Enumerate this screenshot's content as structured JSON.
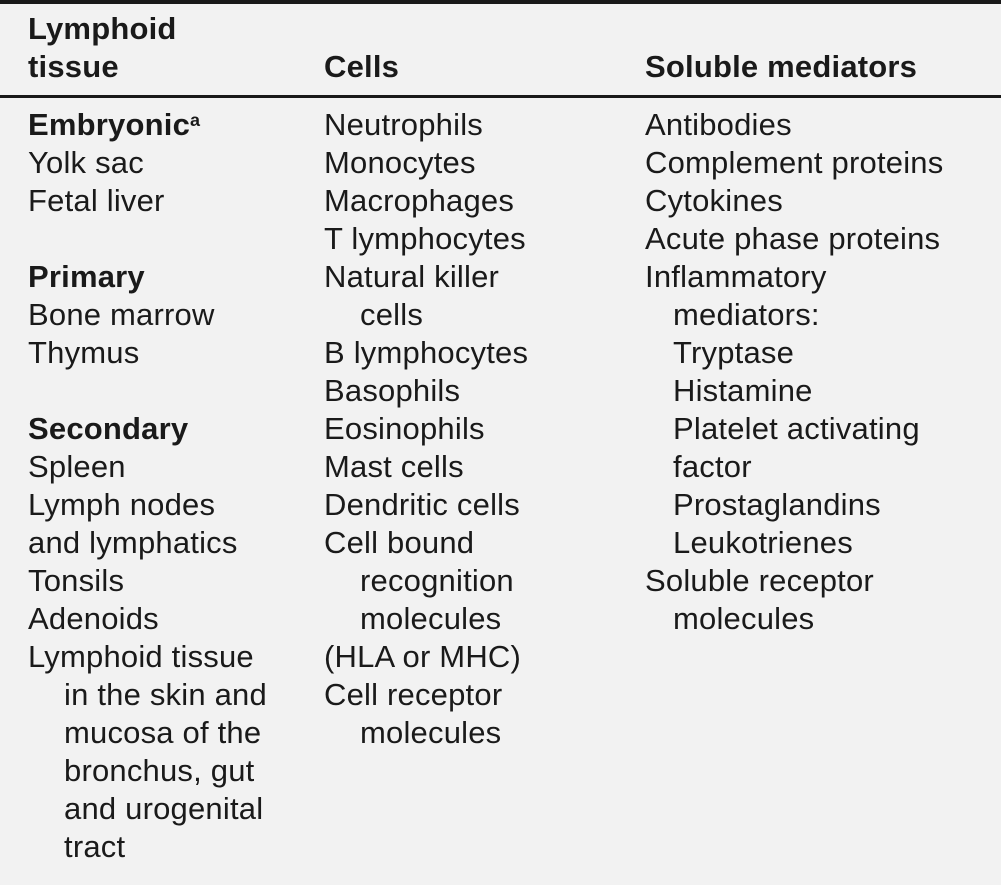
{
  "page": {
    "background_color": "#f2f2f2",
    "text_color": "#1a1a1a",
    "rule_color": "#191919"
  },
  "table": {
    "header": {
      "lymphoid_tissue": "Lymphoid\ntissue",
      "cells": "Cells",
      "soluble_mediators": "Soluble mediators"
    },
    "footnote_marker": "a",
    "columns": {
      "lymphoid_tissue": {
        "lines": [
          {
            "text": "Embryonic",
            "sup": "a",
            "bold": true
          },
          {
            "text": "Yolk sac"
          },
          {
            "text": "Fetal liver"
          },
          {
            "text": "Primary",
            "bold": true,
            "gap": true
          },
          {
            "text": "Bone marrow"
          },
          {
            "text": "Thymus"
          },
          {
            "text": "Secondary",
            "bold": true,
            "gap": true
          },
          {
            "text": "Spleen"
          },
          {
            "text": "Lymph nodes"
          },
          {
            "text": "and lymphatics"
          },
          {
            "text": "Tonsils"
          },
          {
            "text": "Adenoids"
          },
          {
            "text": "Lymphoid tissue"
          },
          {
            "text": "in the skin and",
            "indent": true
          },
          {
            "text": "mucosa of the",
            "indent": true
          },
          {
            "text": "bronchus, gut",
            "indent": true
          },
          {
            "text": "and urogenital",
            "indent": true
          },
          {
            "text": "tract",
            "indent": true
          }
        ]
      },
      "cells": {
        "lines": [
          {
            "text": "Neutrophils"
          },
          {
            "text": "Monocytes"
          },
          {
            "text": "Macrophages"
          },
          {
            "text": "T lymphocytes"
          },
          {
            "text": "Natural killer"
          },
          {
            "text": "cells",
            "indent": true
          },
          {
            "text": "B lymphocytes"
          },
          {
            "text": "Basophils"
          },
          {
            "text": "Eosinophils"
          },
          {
            "text": "Mast cells"
          },
          {
            "text": "Dendritic cells"
          },
          {
            "text": "Cell bound"
          },
          {
            "text": "recognition",
            "indent": true
          },
          {
            "text": "molecules",
            "indent": true
          },
          {
            "text": "(HLA or MHC)"
          },
          {
            "text": "Cell receptor"
          },
          {
            "text": "molecules",
            "indent": true
          }
        ]
      },
      "soluble_mediators": {
        "lines": [
          {
            "text": "Antibodies"
          },
          {
            "text": "Complement proteins"
          },
          {
            "text": "Cytokines"
          },
          {
            "text": "Acute phase proteins"
          },
          {
            "text": "Inflammatory"
          },
          {
            "text": "mediators:",
            "indent": true
          },
          {
            "text": "Tryptase",
            "indent": true
          },
          {
            "text": "Histamine",
            "indent": true
          },
          {
            "text": "Platelet activating",
            "indent": true
          },
          {
            "text": "factor",
            "indent": true
          },
          {
            "text": "Prostaglandins",
            "indent": true
          },
          {
            "text": "Leukotrienes",
            "indent": true
          },
          {
            "text": "Soluble receptor"
          },
          {
            "text": "molecules",
            "indent": true
          }
        ]
      }
    }
  }
}
